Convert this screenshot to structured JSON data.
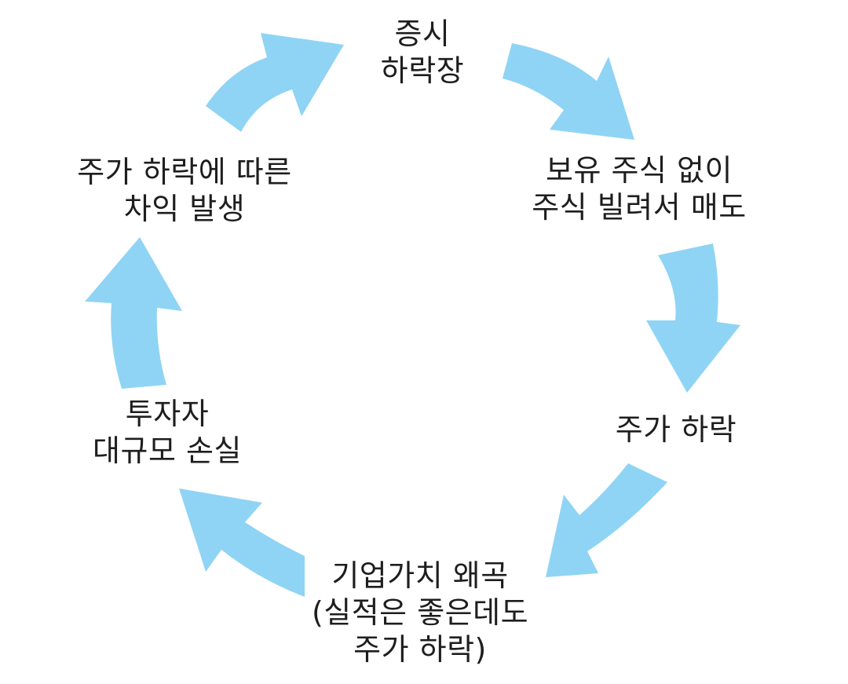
{
  "diagram": {
    "type": "cycle",
    "arrow_color": "#8fd4f4",
    "text_color": "#1e1e1e",
    "nodes": [
      {
        "id": "market_decline",
        "lines": [
          "증시",
          "하락장"
        ]
      },
      {
        "id": "short_sell",
        "lines": [
          "보유 주식 없이",
          "주식 빌려서 매도"
        ]
      },
      {
        "id": "price_drop",
        "lines": [
          "주가 하락"
        ]
      },
      {
        "id": "value_distortion",
        "lines": [
          "기업가치 왜곡",
          "(실적은 좋은데도",
          "주가 하락)"
        ]
      },
      {
        "id": "investor_loss",
        "lines": [
          "투자자",
          "대규모 손실"
        ]
      },
      {
        "id": "short_profit",
        "lines": [
          "주가 하락에 따른",
          "차익 발생"
        ]
      }
    ]
  }
}
